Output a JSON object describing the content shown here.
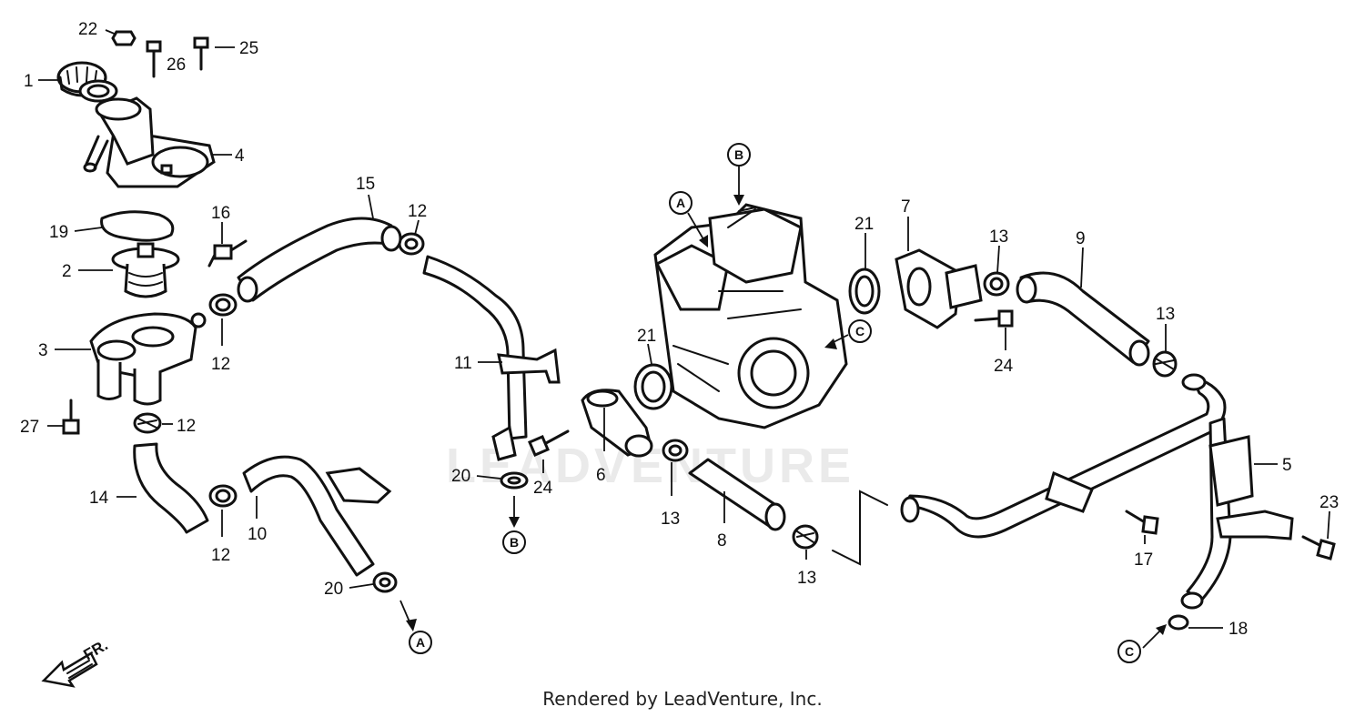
{
  "watermark": "LEADVENTURE",
  "footer": "Rendered by LeadVenture, Inc.",
  "direction_label": "FR.",
  "callouts": {
    "c1": "1",
    "c2": "2",
    "c3": "3",
    "c4": "4",
    "c5": "5",
    "c6": "6",
    "c7": "7",
    "c8": "8",
    "c9": "9",
    "c10": "10",
    "c11": "11",
    "c12a": "12",
    "c12b": "12",
    "c12c": "12",
    "c12d": "12",
    "c13a": "13",
    "c13b": "13",
    "c13c": "13",
    "c13d": "13",
    "c14": "14",
    "c15": "15",
    "c16": "16",
    "c17": "17",
    "c18": "18",
    "c19": "19",
    "c20a": "20",
    "c20b": "20",
    "c21a": "21",
    "c21b": "21",
    "c22": "22",
    "c23": "23",
    "c24a": "24",
    "c24b": "24",
    "c25": "25",
    "c26": "26",
    "c27": "27"
  },
  "refs": {
    "a_top": "A",
    "b_top": "B",
    "c_engine": "C",
    "b_bottom": "B",
    "a_bottom": "A",
    "c_bottom": "C"
  }
}
